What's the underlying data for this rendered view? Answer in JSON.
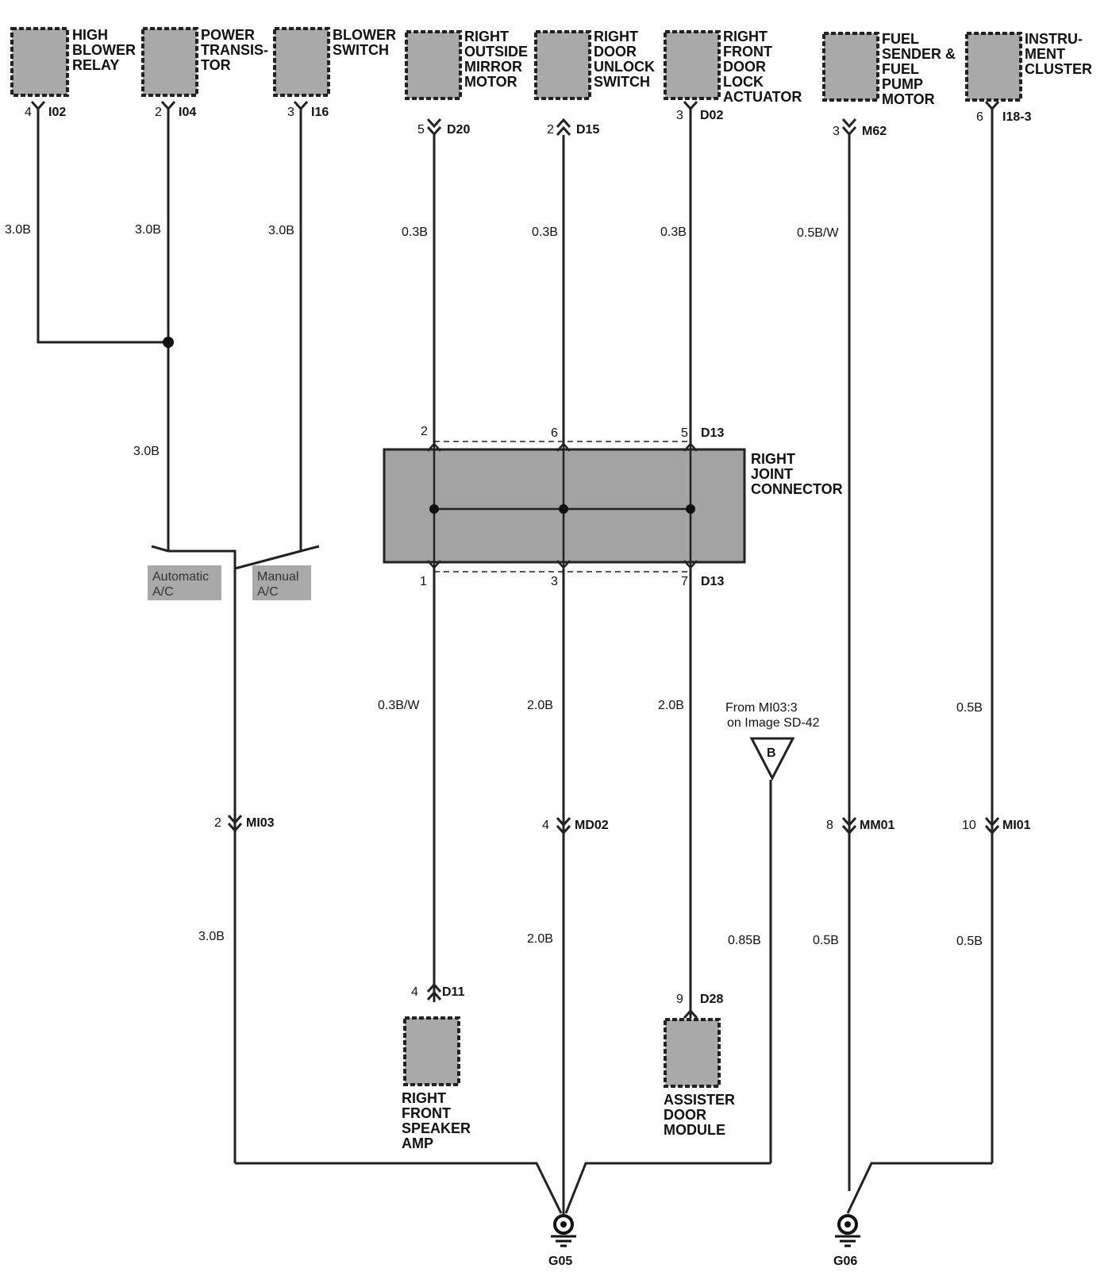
{
  "components": {
    "high_blower_relay": [
      "HIGH",
      "BLOWER",
      "RELAY"
    ],
    "power_transistor": [
      "POWER",
      "TRANSIS-",
      "TOR"
    ],
    "blower_switch": [
      "BLOWER",
      "SWITCH"
    ],
    "right_outside_mirror_motor": [
      "RIGHT",
      "OUTSIDE",
      "MIRROR",
      "MOTOR"
    ],
    "right_door_unlock_switch": [
      "RIGHT",
      "DOOR",
      "UNLOCK",
      "SWITCH"
    ],
    "right_front_door_lock_actuator": [
      "RIGHT",
      "FRONT",
      "DOOR",
      "LOCK",
      "ACTUATOR"
    ],
    "fuel_sender_pump": [
      "FUEL",
      "SENDER &",
      "FUEL",
      "PUMP",
      "MOTOR"
    ],
    "instrument_cluster": [
      "INSTRU-",
      "MENT",
      "CLUSTER"
    ],
    "right_joint_connector": [
      "RIGHT",
      "JOINT",
      "CONNECTOR"
    ],
    "right_front_speaker_amp": [
      "RIGHT",
      "FRONT",
      "SPEAKER",
      "AMP"
    ],
    "assister_door_module": [
      "ASSISTER",
      "DOOR",
      "MODULE"
    ]
  },
  "connectors": {
    "i02": {
      "pin": "4",
      "id": "I02"
    },
    "i04": {
      "pin": "2",
      "id": "I04"
    },
    "i16": {
      "pin": "3",
      "id": "I16"
    },
    "d20": {
      "pin": "5",
      "id": "D20"
    },
    "d15": {
      "pin": "2",
      "id": "D15"
    },
    "d02": {
      "pin": "3",
      "id": "D02"
    },
    "m62": {
      "pin": "3",
      "id": "M62"
    },
    "i18": {
      "pin": "6",
      "id": "I18-3"
    },
    "d13_top": {
      "pins": [
        "2",
        "6",
        "5"
      ],
      "id": "D13"
    },
    "d13_bottom": {
      "pins": [
        "1",
        "3",
        "7"
      ],
      "id": "D13"
    },
    "mi03": {
      "pin": "2",
      "id": "MI03"
    },
    "md02": {
      "pin": "4",
      "id": "MD02"
    },
    "mm01": {
      "pin": "8",
      "id": "MM01"
    },
    "mi01": {
      "pin": "10",
      "id": "MI01"
    },
    "d11": {
      "pin": "4",
      "id": "D11"
    },
    "d28": {
      "pin": "9",
      "id": "D28"
    }
  },
  "wires": {
    "i02": "3.0B",
    "i04": "3.0B",
    "i16": "3.0B",
    "splice_down": "3.0B",
    "d20": "0.3B",
    "d15": "0.3B",
    "d02": "0.3B",
    "m62": "0.5B/W",
    "jc_left": "0.3B/W",
    "jc_mid": "2.0B",
    "jc_right": "2.0B",
    "i18": "0.5B",
    "mi03_below": "3.0B",
    "md02_below": "2.0B",
    "b_wire": "0.85B",
    "mm01_below": "0.5B",
    "mi01_below": "0.5B"
  },
  "options": {
    "automatic": [
      "Automatic",
      "A/C"
    ],
    "manual": [
      "Manual",
      "A/C"
    ]
  },
  "reference": {
    "lines": [
      "From MI03:3",
      "on Image SD-42"
    ],
    "letter": "B"
  },
  "grounds": {
    "g05": "G05",
    "g06": "G06"
  }
}
